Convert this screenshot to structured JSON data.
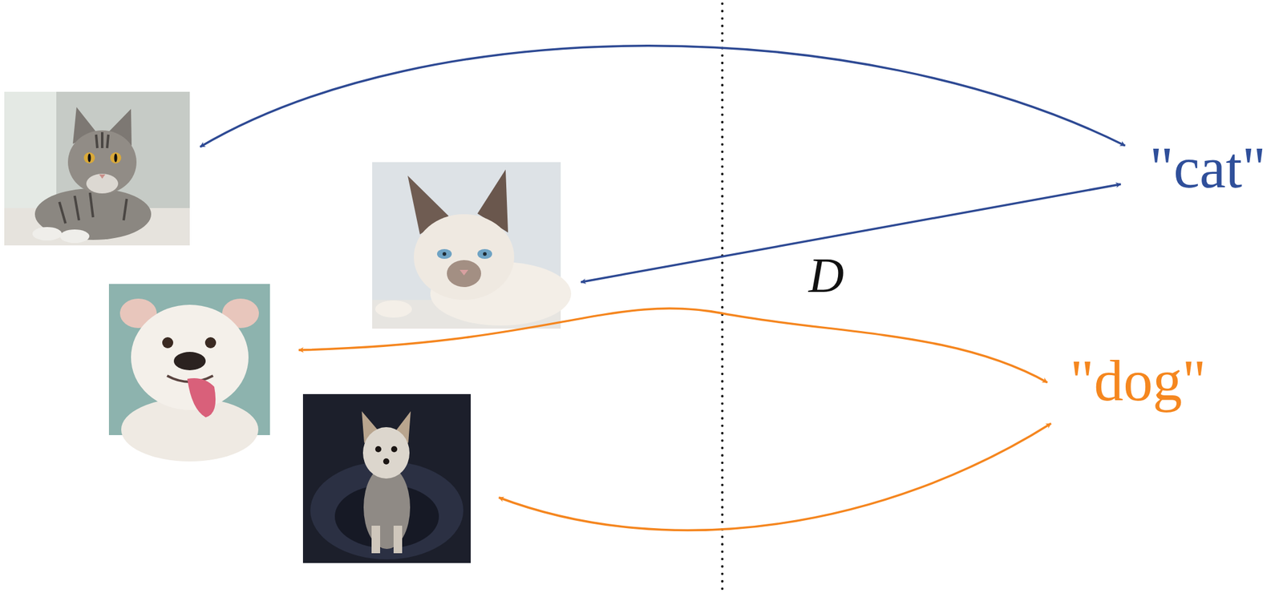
{
  "diagram": {
    "nodes": [
      {
        "text": [
          "\"cat\""
        ]
      },
      {
        "text": [
          "\"dog\""
        ]
      }
    ],
    "labels": [
      "D"
    ]
  }
}
